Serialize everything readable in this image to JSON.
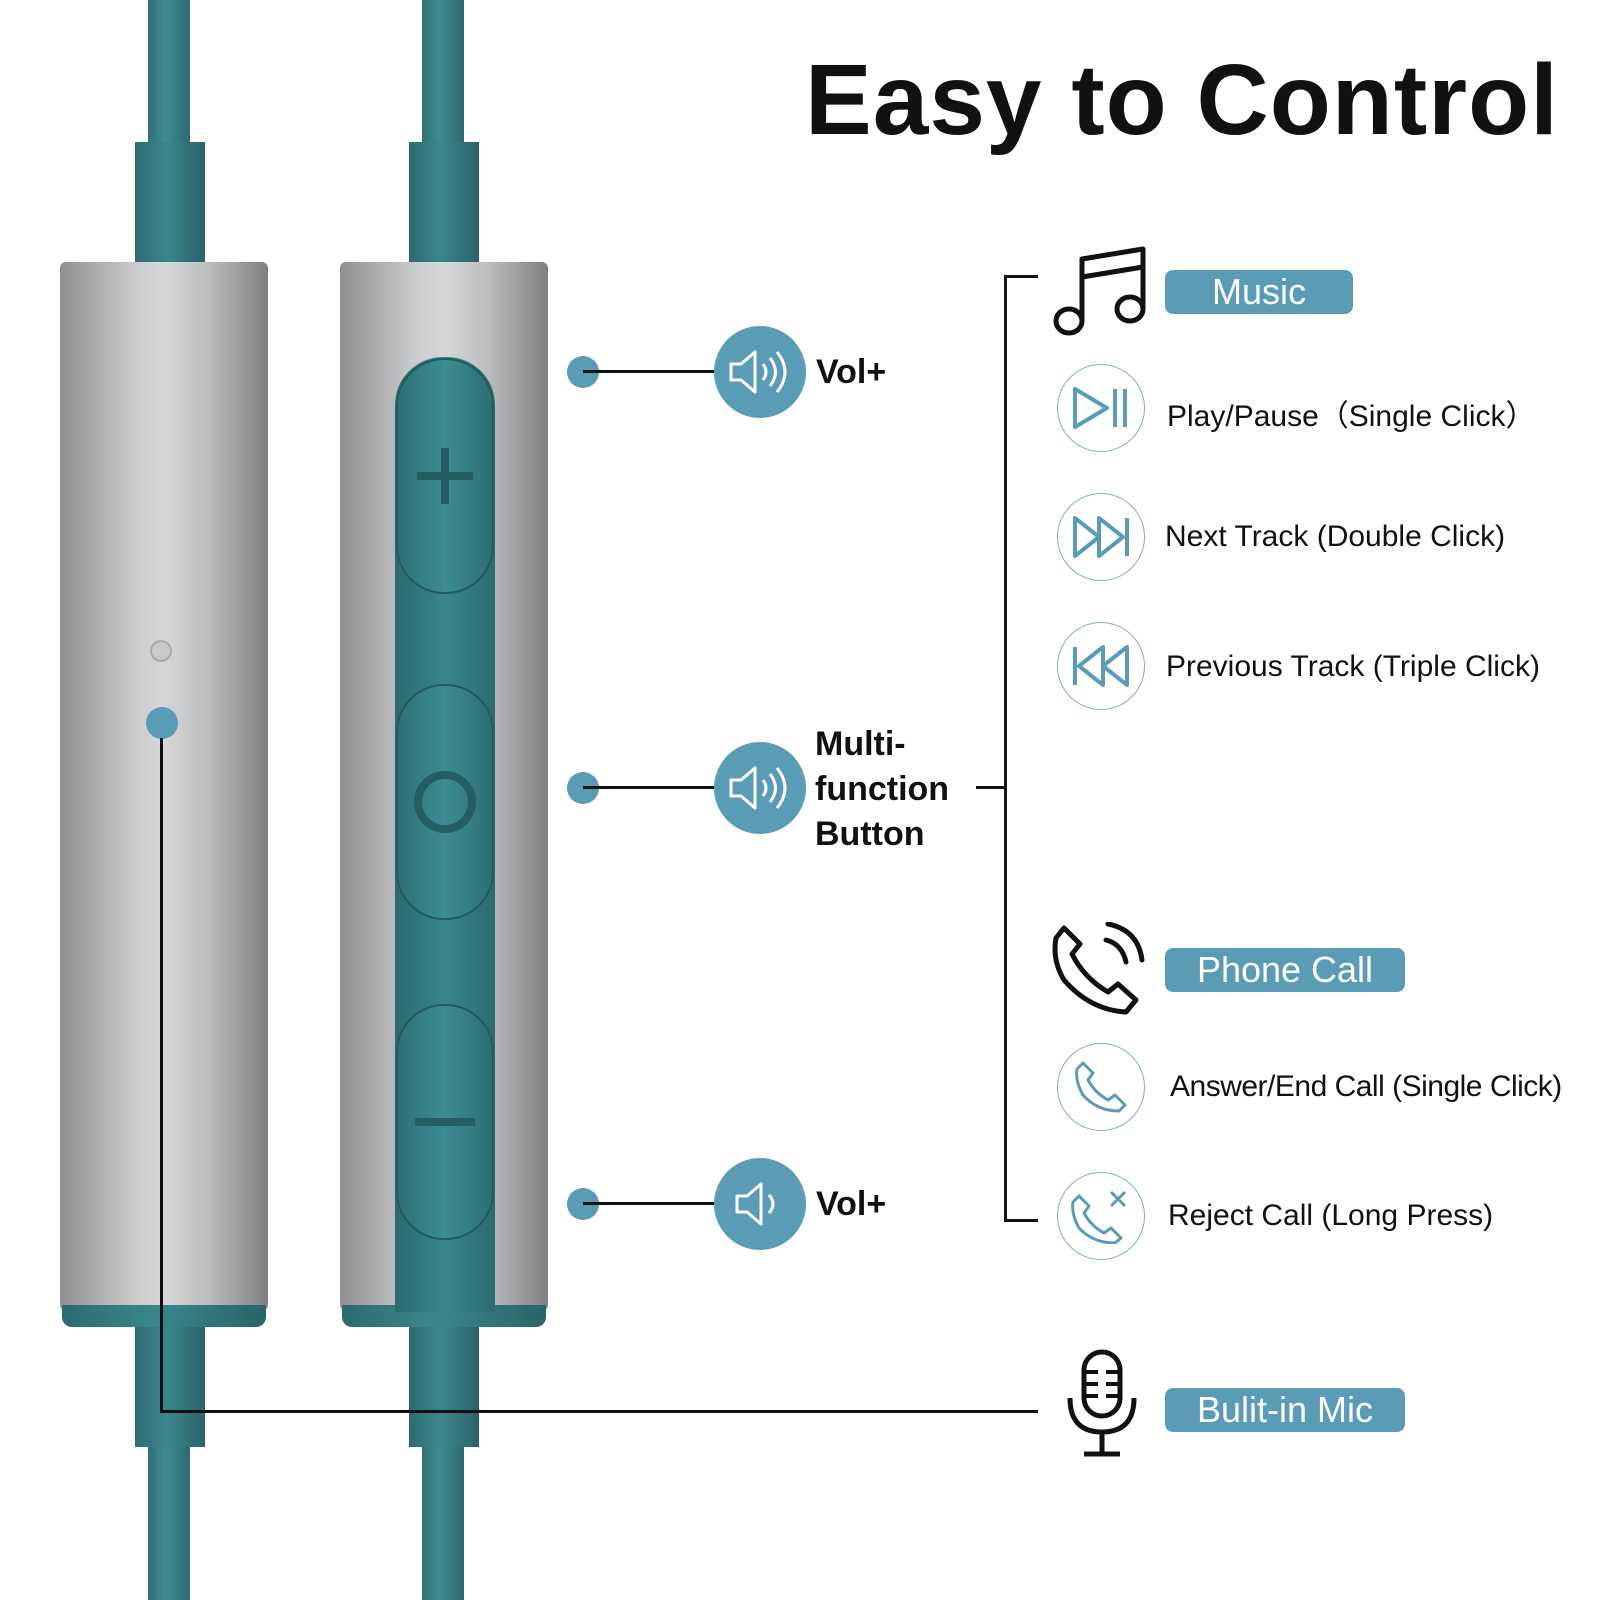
{
  "title": "Easy to Control",
  "callouts": {
    "top": {
      "label": "Vol+",
      "icon": "speaker-high-icon"
    },
    "middle": {
      "label_lines": [
        "Multi-",
        "function",
        "Button"
      ],
      "icon": "speaker-high-icon"
    },
    "bottom": {
      "label": "Vol+",
      "icon": "speaker-low-icon"
    }
  },
  "remote_buttons": [
    "+",
    "○",
    "−"
  ],
  "music": {
    "tag": "Music",
    "icon": "music-note-icon",
    "items": [
      {
        "text": "Play/Pause（Single Click）",
        "icon": "play-pause-icon"
      },
      {
        "text": "Next Track (Double Click)",
        "icon": "next-track-icon"
      },
      {
        "text": "Previous Track (Triple Click)",
        "icon": "previous-track-icon"
      }
    ]
  },
  "phone": {
    "tag": "Phone Call",
    "icon": "phone-ringing-icon",
    "items": [
      {
        "text": "Answer/End Call (Single Click)",
        "icon": "phone-icon"
      },
      {
        "text": "Reject Call (Long Press)",
        "icon": "phone-reject-icon"
      }
    ]
  },
  "mic": {
    "tag": "Bulit-in Mic",
    "icon": "microphone-icon"
  },
  "colors": {
    "accent": "#5a9bb5",
    "cable_teal": "#3a8489",
    "metal": "#c9cacc",
    "text": "#111111"
  }
}
